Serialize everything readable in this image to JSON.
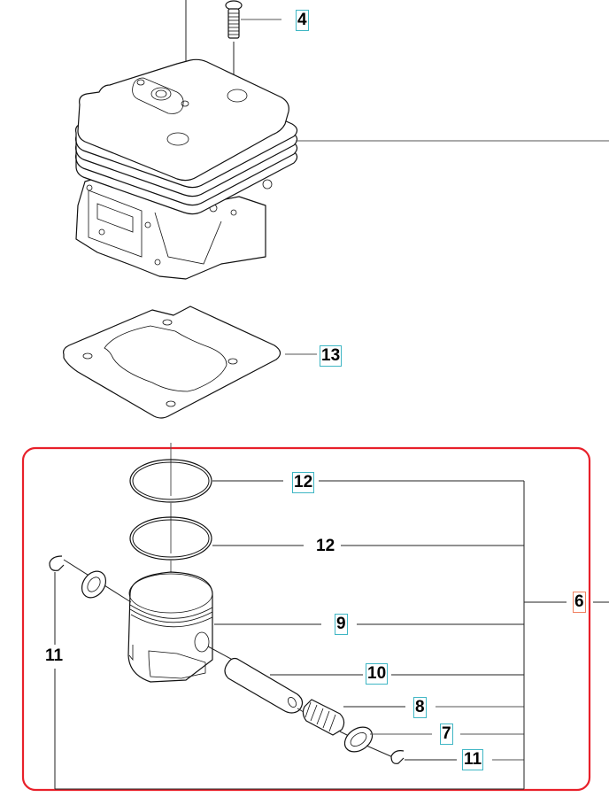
{
  "diagram": {
    "title": "Cylinder and piston exploded parts diagram",
    "highlight_color": "#e8202a",
    "callout_box_color": "#3fb6c4",
    "group_box_color": "#f08060",
    "callouts": [
      {
        "id": "c4",
        "label": "4",
        "part": "cylinder-bolt",
        "boxed": true
      },
      {
        "id": "c13",
        "label": "13",
        "part": "cylinder-gasket",
        "boxed": true
      },
      {
        "id": "c12a",
        "label": "12",
        "part": "piston-ring-upper",
        "boxed": true
      },
      {
        "id": "c12b",
        "label": "12",
        "part": "piston-ring-lower",
        "boxed": false
      },
      {
        "id": "c6",
        "label": "6",
        "part": "piston-kit",
        "boxed": true
      },
      {
        "id": "c9",
        "label": "9",
        "part": "piston",
        "boxed": true
      },
      {
        "id": "c11a",
        "label": "11",
        "part": "circlip-left",
        "boxed": false
      },
      {
        "id": "c10",
        "label": "10",
        "part": "piston-pin",
        "boxed": true
      },
      {
        "id": "c8",
        "label": "8",
        "part": "needle-bearing",
        "boxed": true
      },
      {
        "id": "c7",
        "label": "7",
        "part": "thrust-washer",
        "boxed": true
      },
      {
        "id": "c11b",
        "label": "11",
        "part": "circlip-right",
        "boxed": true
      }
    ]
  }
}
